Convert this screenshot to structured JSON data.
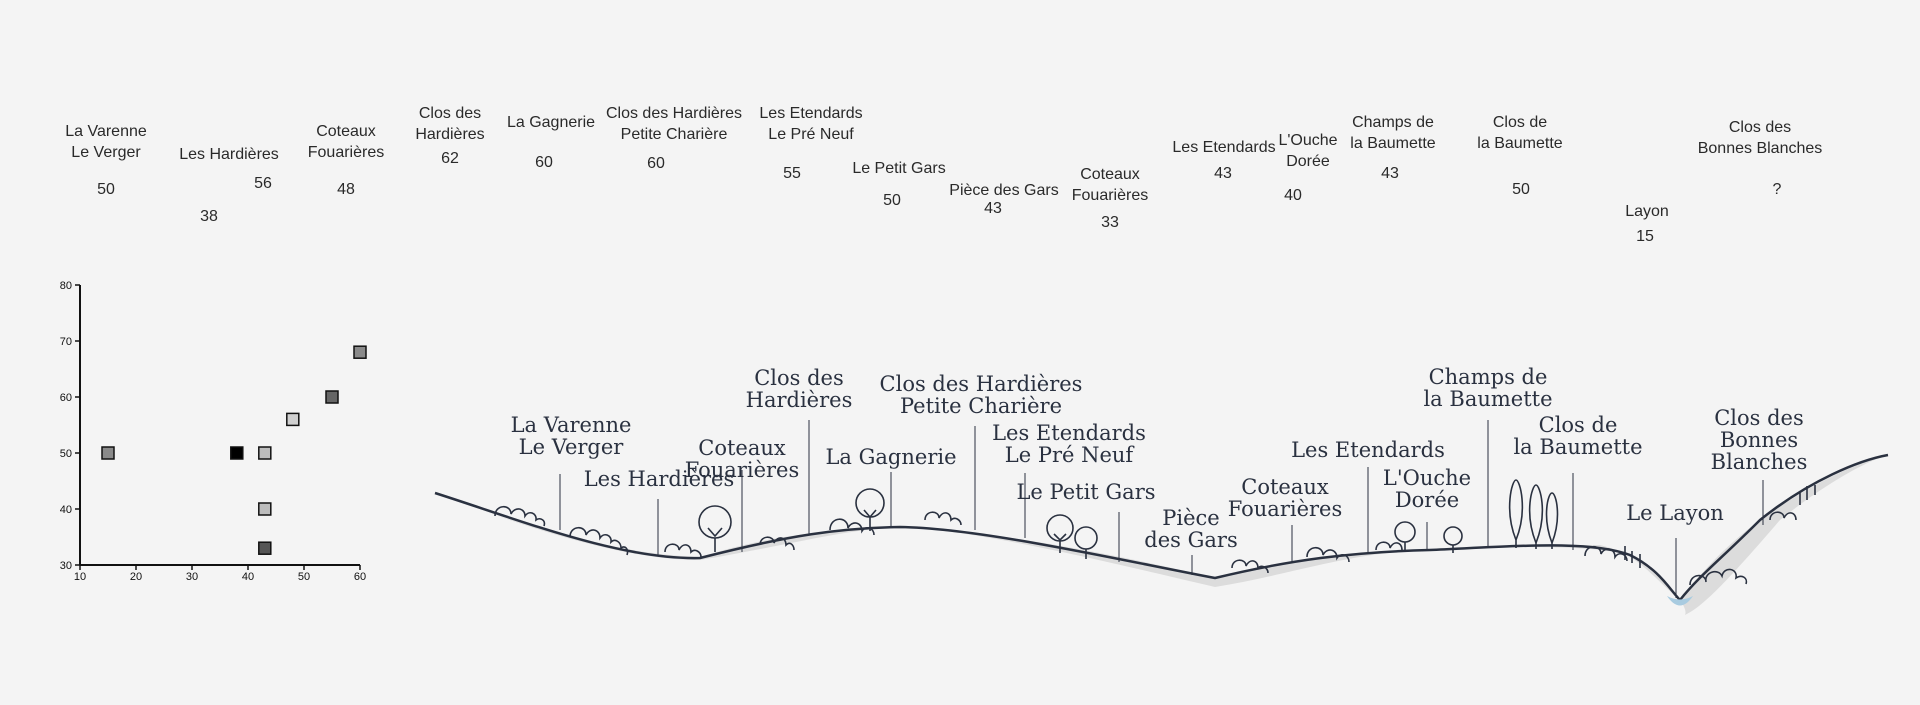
{
  "vineyards": [
    {
      "name": "La Varenne\nLe Verger",
      "value": "50"
    },
    {
      "name": "Les Hardières",
      "value": "56"
    },
    {
      "name": "",
      "value": "38"
    },
    {
      "name": "Coteaux\nFouarières",
      "value": "48"
    },
    {
      "name": "Clos des\nHardières",
      "value": "62"
    },
    {
      "name": "La Gagnerie",
      "value": "60"
    },
    {
      "name": "Clos des Hardières\nPetite Charière",
      "value": "60"
    },
    {
      "name": "Les Etendards\nLe Pré Neuf",
      "value": "55"
    },
    {
      "name": "Le Petit Gars",
      "value": "50"
    },
    {
      "name": "Pièce des Gars",
      "value": "43"
    },
    {
      "name": "Coteaux\nFouarières",
      "value": "33"
    },
    {
      "name": "Les Etendards",
      "value": "43"
    },
    {
      "name": "L'Ouche\nDorée",
      "value": "40"
    },
    {
      "name": "Champs de\nla Baumette",
      "value": "43"
    },
    {
      "name": "Clos de\nla Baumette",
      "value": "50"
    },
    {
      "name": "Layon",
      "value": "15"
    },
    {
      "name": "Clos des\nBonnes Blanches",
      "value": "?"
    }
  ],
  "profile_labels": [
    "La Varenne\nLe Verger",
    "Les Hardières",
    "Coteaux\nFouarières",
    "Clos des\nHardières",
    "La Gagnerie",
    "Clos des Hardières\nPetite Charière",
    "Les Etendards\nLe Pré Neuf",
    "Le Petit Gars",
    "Pièce\ndes Gars",
    "Coteaux\nFouarières",
    "Les Etendards",
    "L'Ouche\nDorée",
    "Champs de\nla Baumette",
    "Clos de\nla Baumette",
    "Le Layon",
    "Clos des\nBonnes\nBlanches"
  ],
  "chart_data": {
    "type": "scatter",
    "xlim": [
      10,
      60
    ],
    "ylim": [
      30,
      80
    ],
    "xticks": [
      "10",
      "20",
      "30",
      "40",
      "50",
      "60"
    ],
    "yticks": [
      "30",
      "40",
      "50",
      "60",
      "70",
      "80"
    ],
    "points": [
      {
        "x": 15,
        "y": 50,
        "color": "#8a8a8a"
      },
      {
        "x": 38,
        "y": 50,
        "color": "#000000"
      },
      {
        "x": 43,
        "y": 50,
        "color": "#bdbdbd"
      },
      {
        "x": 43,
        "y": 40,
        "color": "#bdbdbd"
      },
      {
        "x": 43,
        "y": 33,
        "color": "#555555"
      },
      {
        "x": 48,
        "y": 56,
        "color": "#d0d0d0"
      },
      {
        "x": 55,
        "y": 60,
        "color": "#666666"
      },
      {
        "x": 60,
        "y": 68,
        "color": "#8a8a8a"
      }
    ]
  },
  "colors": {
    "ink": "#2a3140",
    "ground": "#dcdcdc",
    "water": "#a8cbe0"
  }
}
